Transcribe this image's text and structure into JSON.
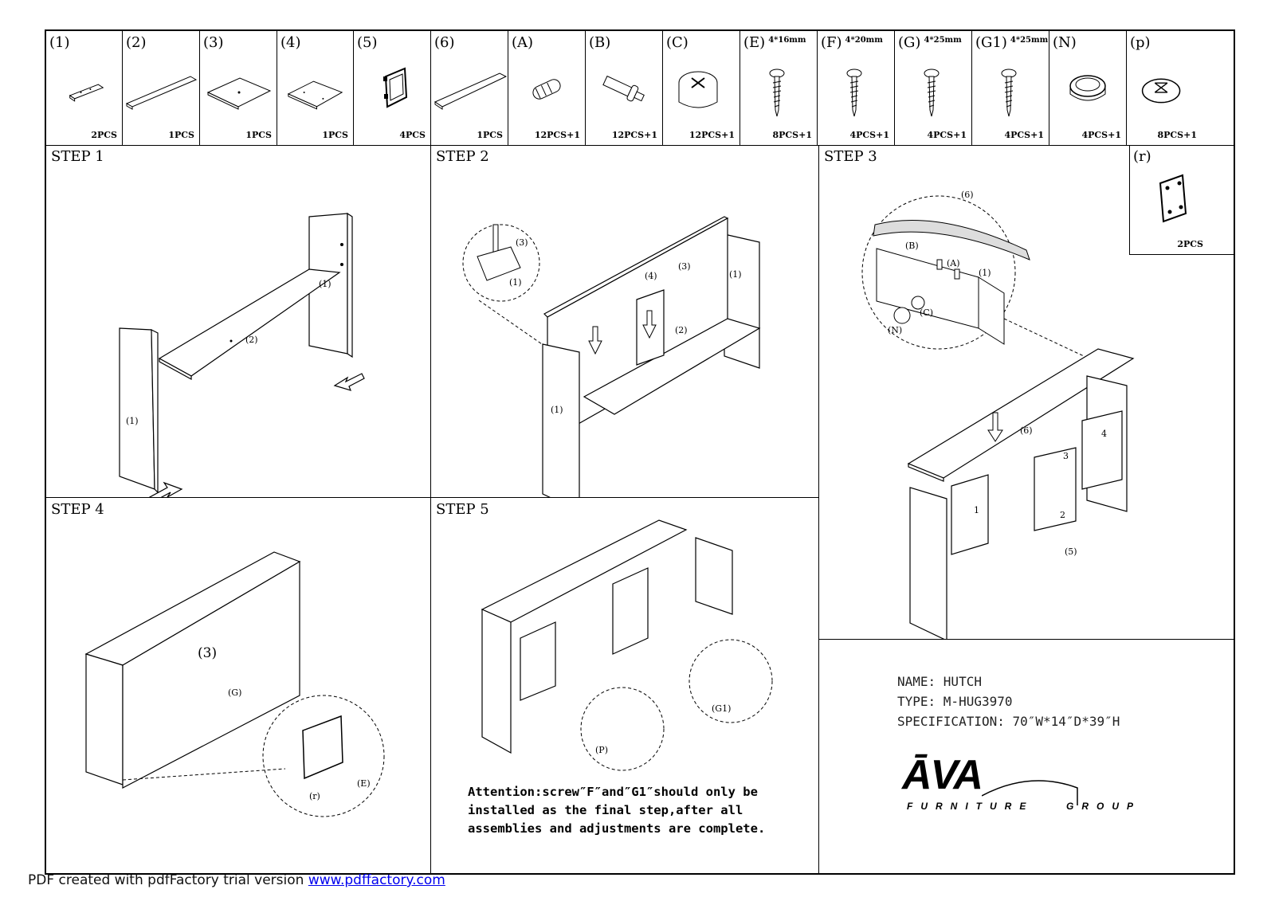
{
  "parts": [
    {
      "id": "(1)",
      "size": "",
      "qty": "2PCS",
      "icon": "side-panel"
    },
    {
      "id": "(2)",
      "size": "",
      "qty": "1PCS",
      "icon": "long-panel"
    },
    {
      "id": "(3)",
      "size": "",
      "qty": "1PCS",
      "icon": "back-panel"
    },
    {
      "id": "(4)",
      "size": "",
      "qty": "1PCS",
      "icon": "small-panel"
    },
    {
      "id": "(5)",
      "size": "",
      "qty": "4PCS",
      "icon": "door"
    },
    {
      "id": "(6)",
      "size": "",
      "qty": "1PCS",
      "icon": "top-panel"
    },
    {
      "id": "(A)",
      "size": "",
      "qty": "12PCS+1",
      "icon": "dowel"
    },
    {
      "id": "(B)",
      "size": "",
      "qty": "12PCS+1",
      "icon": "cam-bolt"
    },
    {
      "id": "(C)",
      "size": "",
      "qty": "12PCS+1",
      "icon": "cam-lock"
    },
    {
      "id": "(E)",
      "size": "4*16mm",
      "qty": "8PCS+1",
      "icon": "screw"
    },
    {
      "id": "(F)",
      "size": "4*20mm",
      "qty": "4PCS+1",
      "icon": "screw"
    },
    {
      "id": "(G)",
      "size": "4*25mm",
      "qty": "4PCS+1",
      "icon": "screw"
    },
    {
      "id": "(G1)",
      "size": "4*25mm",
      "qty": "4PCS+1",
      "icon": "screw"
    },
    {
      "id": "(N)",
      "size": "",
      "qty": "4PCS+1",
      "icon": "cap-ring"
    },
    {
      "id": "(p)",
      "size": "",
      "qty": "8PCS+1",
      "icon": "cap-cover"
    }
  ],
  "extra_part": {
    "id": "(r)",
    "qty": "2PCS"
  },
  "steps": {
    "s1": "STEP 1",
    "s2": "STEP 2",
    "s3": "STEP 3",
    "s4": "STEP 4",
    "s5": "STEP 5"
  },
  "labels": {
    "s1_side_left": "(1)",
    "s1_side_right": "(1)",
    "s1_shelf": "(2)",
    "s2_side_left": "(1)",
    "s2_side_right": "(1)",
    "s2_back": "(3)",
    "s2_small": "(4)",
    "s2_shelf": "(2)",
    "s2_detail_back": "(3)",
    "s2_detail_side": "(1)",
    "s3_top": "(6)",
    "s3_detail_top": "(6)",
    "s3_B": "(B)",
    "s3_A": "(A)",
    "s3_side": "(1)",
    "s3_C": "(C)",
    "s3_N": "(N)",
    "s3_door": "(5)",
    "s3_c1": "1",
    "s3_c2": "2",
    "s3_c3": "3",
    "s3_c4": "4",
    "s4_back": "(3)",
    "s4_G": "(G)",
    "s4_r": "(r)",
    "s4_E": "(E)",
    "s5_P": "(P)",
    "s5_G1": "(G1)"
  },
  "attention": [
    "Attention:screw″F″and″G1″should only be",
    "installed as the final step,after all",
    "assemblies and adjustments are complete."
  ],
  "product": {
    "name": "NAME: HUTCH",
    "type": "TYPE: M-HUG3970",
    "spec": "SPECIFICATION: 70″W*14″D*39″H"
  },
  "brand": {
    "logo": "ĀVA",
    "sub1": "FURNITURE",
    "sub2": "GROUP"
  },
  "footer": {
    "text": "PDF created with pdfFactory trial version ",
    "link": "www.pdffactory.com"
  }
}
